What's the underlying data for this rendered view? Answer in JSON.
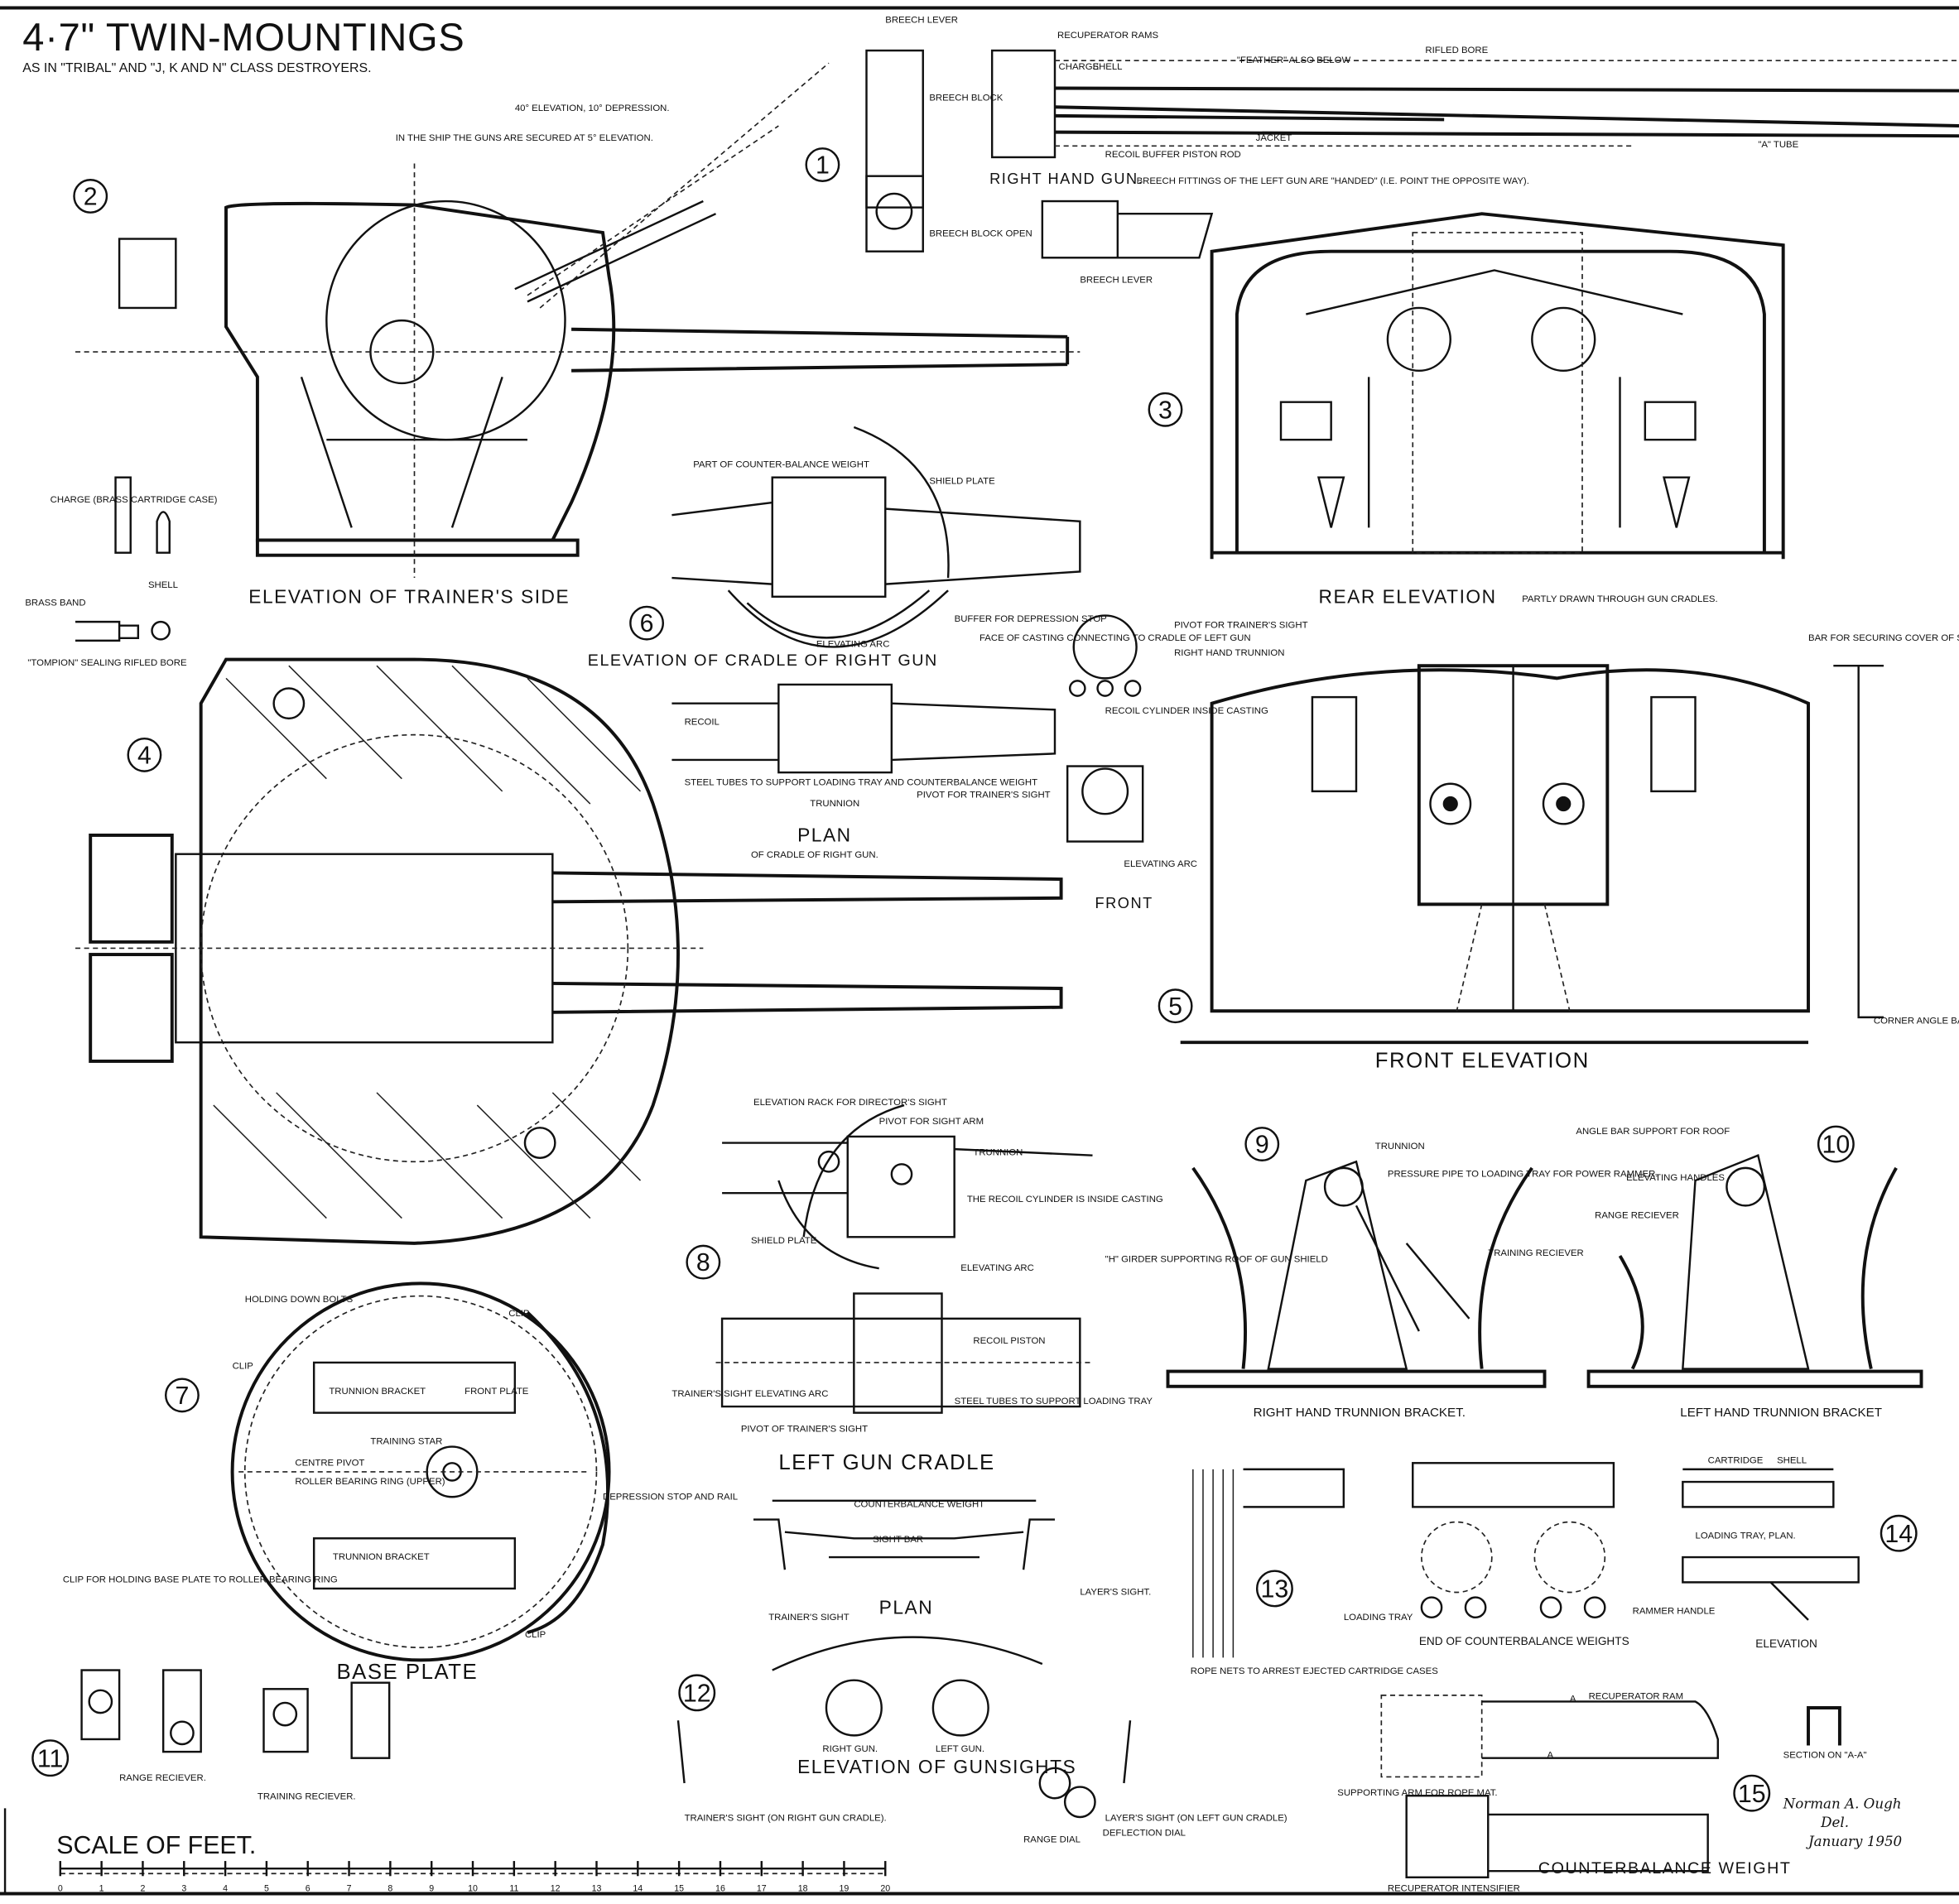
{
  "title": "4·7\" TWIN-MOUNTINGS",
  "subtitle": "AS IN \"TRIBAL\" AND \"J, K AND N\" CLASS DESTROYERS.",
  "figure_numbers": [
    "1",
    "2",
    "3",
    "4",
    "5",
    "6",
    "7",
    "8",
    "9",
    "10",
    "11",
    "12",
    "13",
    "14",
    "15"
  ],
  "captions": {
    "fig1": "RIGHT HAND GUN.",
    "fig1_note": "BREECH FITTINGS OF THE LEFT GUN ARE \"HANDED\" (I.E. POINT THE OPPOSITE WAY).",
    "fig2": "ELEVATION OF TRAINER'S SIDE",
    "fig3": "REAR ELEVATION",
    "fig3_note": "PARTLY DRAWN THROUGH GUN CRADLES.",
    "fig5": "FRONT ELEVATION",
    "fig6": "ELEVATION OF CRADLE OF RIGHT GUN",
    "fig6_plan": "PLAN",
    "fig6_plan_note": "OF CRADLE OF RIGHT GUN.",
    "fig6_front": "FRONT",
    "fig7": "BASE PLATE",
    "fig8": "LEFT GUN CRADLE",
    "fig9": "RIGHT HAND TRUNNION BRACKET.",
    "fig10": "LEFT HAND TRUNNION BRACKET",
    "fig12_plan": "PLAN",
    "fig12": "ELEVATION OF GUNSIGHTS",
    "fig13": "END OF COUNTERBALANCE WEIGHTS",
    "fig14": "ELEVATION",
    "fig15": "COUNTERBALANCE WEIGHT"
  },
  "labels": {
    "fig1": [
      "BREECH LEVER",
      "RECUPERATOR RAMS",
      "CHARGE",
      "SHELL",
      "\"FEATHER\" ALSO BELOW",
      "RIFLED BORE",
      "BREECH BLOCK",
      "JACKET",
      "RECOIL BUFFER PISTON ROD",
      "\"A\" TUBE",
      "BREECH BLOCK OPEN",
      "BREECH LEVER"
    ],
    "fig2": [
      "40° ELEVATION, 10° DEPRESSION.",
      "IN THE SHIP THE GUNS ARE SECURED AT 5° ELEVATION.",
      "CHARGE (BRASS CARTRIDGE CASE)",
      "SHELL",
      "BRASS BAND",
      "\"TOMPION\" SEALING RIFLED BORE"
    ],
    "fig3": [],
    "fig5": [
      "BAR FOR SECURING COVER OF SHIELD AT SIDES",
      "CORNER ANGLE BAR"
    ],
    "fig6": [
      "PART OF COUNTER-BALANCE WEIGHT",
      "SHIELD PLATE",
      "ELEVATING ARC",
      "BUFFER FOR DEPRESSION STOP",
      "FACE OF CASTING CONNECTING TO CRADLE OF LEFT GUN",
      "PIVOT FOR TRAINER'S SIGHT",
      "RIGHT HAND TRUNNION",
      "RECOIL CYLINDER INSIDE CASTING",
      "STEEL TUBES TO SUPPORT LOADING TRAY AND COUNTERBALANCE WEIGHT",
      "TRUNNION",
      "PIVOT FOR TRAINER'S SIGHT",
      "RECOIL",
      "ELEVATING ARC"
    ],
    "fig7": [
      "HOLDING DOWN BOLTS",
      "CLIP",
      "CLIP",
      "TRUNNION BRACKET",
      "FRONT PLATE",
      "TRAINING STAR",
      "CENTRE PIVOT",
      "ROLLER BEARING RING (UPPER)",
      "DEPRESSION STOP AND RAIL",
      "TRUNNION BRACKET",
      "CLIP FOR HOLDING BASE PLATE TO ROLLER BEARING RING",
      "CLIP"
    ],
    "fig8": [
      "ELEVATION RACK FOR DIRECTOR'S SIGHT",
      "PIVOT FOR SIGHT ARM",
      "TRUNNION",
      "THE RECOIL CYLINDER IS INSIDE CASTING",
      "SHIELD PLATE",
      "ELEVATING ARC",
      "RECOIL PISTON",
      "TRAINER'S SIGHT ELEVATING ARC",
      "PIVOT OF TRAINER'S SIGHT",
      "STEEL TUBES TO SUPPORT LOADING TRAY"
    ],
    "fig9": [
      "TRUNNION",
      "PRESSURE PIPE TO LOADING TRAY FOR POWER RAMMER.",
      "\"H\" GIRDER SUPPORTING ROOF OF GUN SHIELD",
      "TRAINING RECIEVER"
    ],
    "fig10": [
      "ANGLE BAR SUPPORT FOR ROOF",
      "ELEVATING HANDLES",
      "RANGE RECIEVER"
    ],
    "fig11": [
      "RANGE RECIEVER.",
      "TRAINING RECIEVER."
    ],
    "fig12": [
      "COUNTERBALANCE WEIGHT",
      "SIGHT BAR",
      "TRAINER'S SIGHT",
      "LAYER'S SIGHT.",
      "RIGHT GUN.",
      "LEFT GUN.",
      "TRAINER'S SIGHT (ON RIGHT GUN CRADLE).",
      "LAYER'S SIGHT (ON LEFT GUN CRADLE)",
      "DEFLECTION DIAL",
      "RANGE DIAL"
    ],
    "fig13": [
      "ROPE NETS TO ARREST EJECTED CARTRIDGE CASES",
      "LOADING TRAY"
    ],
    "fig14": [
      "CARTRIDGE",
      "SHELL",
      "LOADING TRAY, PLAN.",
      "RAMMER HANDLE"
    ],
    "fig15": [
      "RECUPERATOR RAM",
      "A",
      "A",
      "SUPPORTING ARM FOR ROPE MAT.",
      "RECUPERATOR INTENSIFIER",
      "SECTION ON \"A-A\""
    ]
  },
  "scale": {
    "title": "SCALE OF FEET.",
    "unit": "feet",
    "min": 0,
    "max": 20,
    "ticks": [
      "0",
      "1",
      "2",
      "3",
      "4",
      "5",
      "6",
      "7",
      "8",
      "9",
      "10",
      "11",
      "12",
      "13",
      "14",
      "15",
      "16",
      "17",
      "18",
      "19",
      "20"
    ]
  },
  "signature": {
    "line1": "Norman A. Ough",
    "line2": "Del.",
    "date": "January 1950"
  }
}
